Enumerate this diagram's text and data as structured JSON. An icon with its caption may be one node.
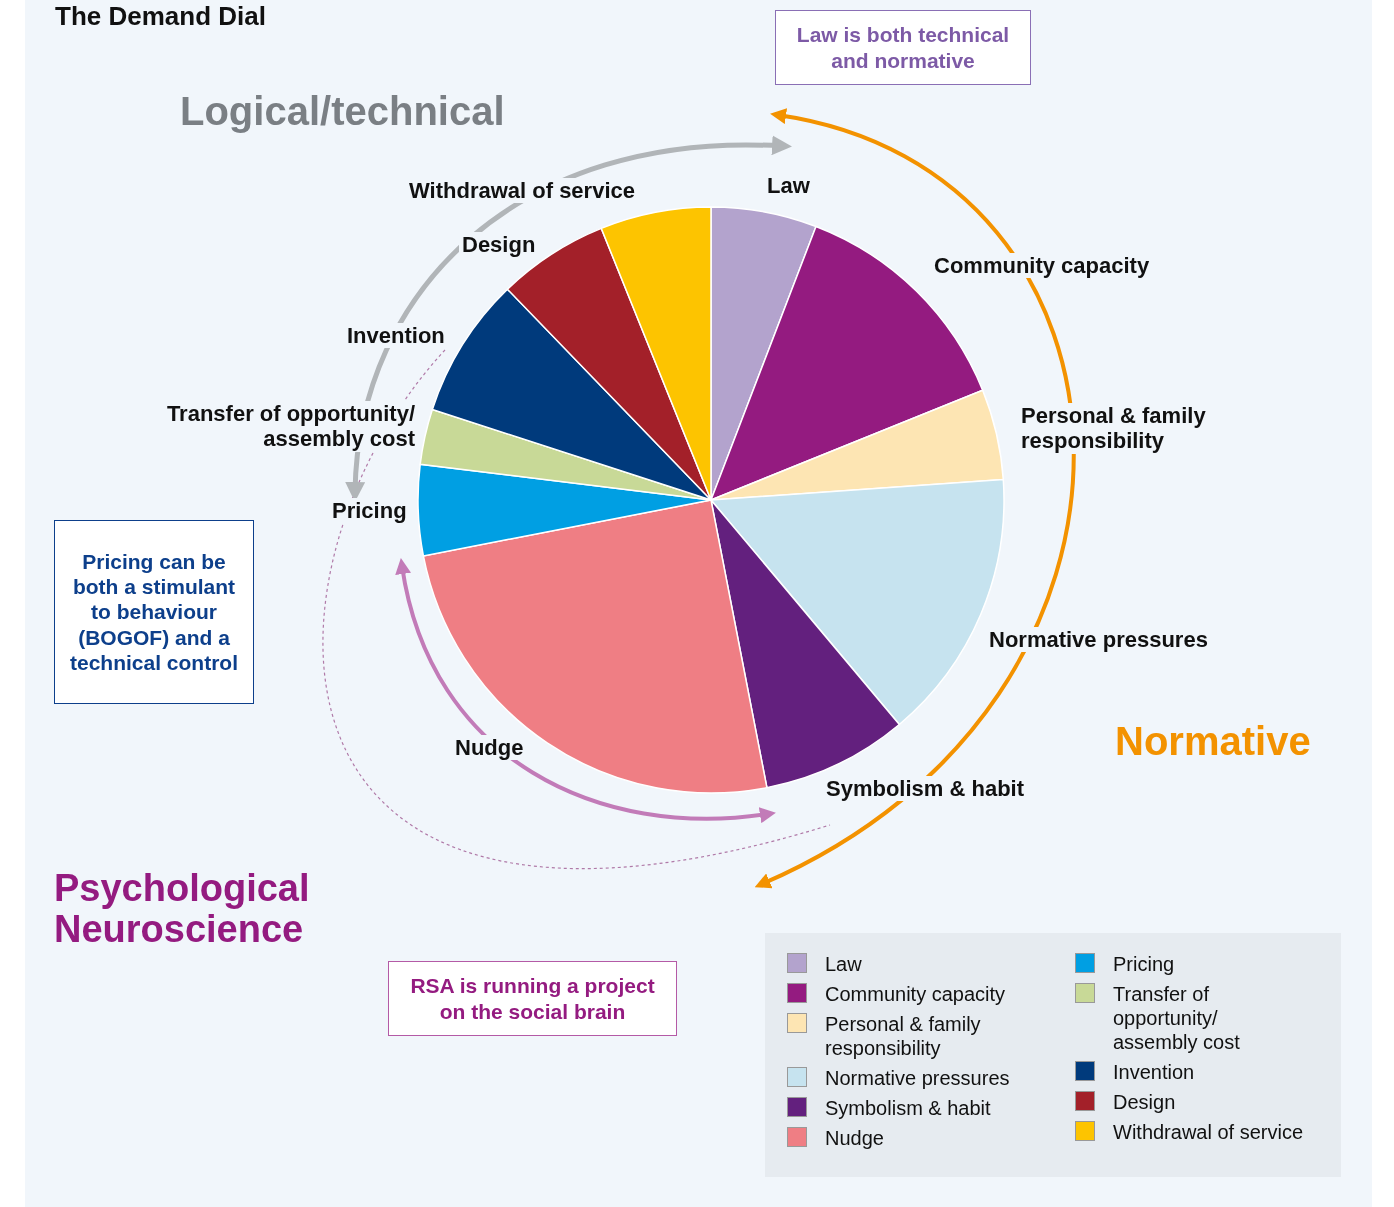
{
  "diagram": {
    "title": "The Demand Dial",
    "nodes": [
      {
        "text": [
          "Law is both technical and normative"
        ]
      },
      {
        "text": [
          "Pricing can be both a stimulant to behaviour (BOGOF) and a technical control"
        ]
      },
      {
        "text": [
          "RSA is running a project on the social brain"
        ]
      }
    ],
    "labels": [
      "Logical/technical",
      "Withdrawal of service",
      "Law",
      "Design",
      "Community capacity",
      "Invention",
      "Transfer of opportunity/ assembly cost",
      "Personal & family responsibility",
      "Pricing",
      "Normative pressures",
      "Normative",
      "Nudge",
      "Symbolism & habit",
      "Psychological Neuroscience"
    ],
    "legend": [
      {
        "text": "Law",
        "color": "#b3a3cd"
      },
      {
        "text": "Community capacity",
        "color": "#941b80"
      },
      {
        "text": "Personal & family responsibility",
        "color": "#fde5b3"
      },
      {
        "text": "Normative pressures",
        "color": "#c6e3ef"
      },
      {
        "text": "Symbolism & habit",
        "color": "#63207e"
      },
      {
        "text": "Nudge",
        "color": "#ef7e84"
      },
      {
        "text": "Pricing",
        "color": "#009fe3"
      },
      {
        "text": "Transfer of opportunity/ assembly cost",
        "color": "#c8d997"
      },
      {
        "text": "Invention",
        "color": "#003a7c"
      },
      {
        "text": "Design",
        "color": "#a32029"
      },
      {
        "text": "Withdrawal of service",
        "color": "#fdc400"
      }
    ]
  }
}
